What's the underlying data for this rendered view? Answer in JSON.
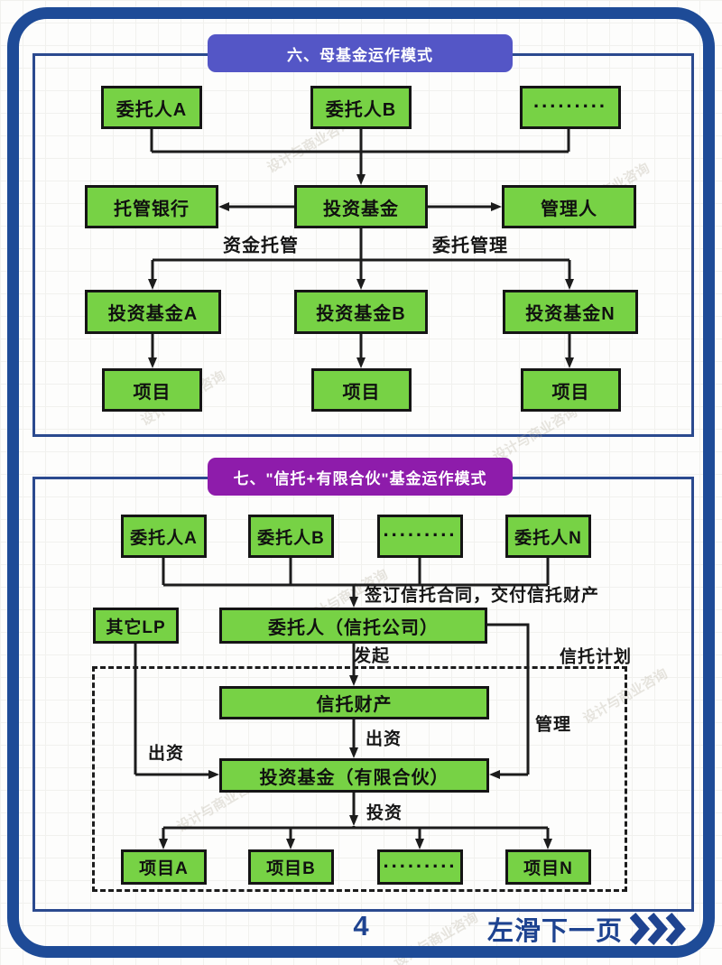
{
  "colors": {
    "frame_navy": "#1e4b97",
    "panel_border": "#2b4a8f",
    "node_green": "#77d245",
    "node_border": "#151515",
    "banner1_indigo": "#5456c6",
    "banner2_purple": "#8e1cab",
    "wire_black": "#1c1c1c",
    "footer_navy": "#1e4390"
  },
  "watermark": {
    "text": "设计与商业咨询"
  },
  "diagram1": {
    "title": "六、母基金运作模式",
    "r1": [
      "委托人A",
      "委托人B",
      "........."
    ],
    "r2": [
      "托管银行",
      "投资基金",
      "管理人"
    ],
    "labels": {
      "custody": "资金托管",
      "entrust": "委托管理"
    },
    "r3": [
      "投资基金A",
      "投资基金B",
      "投资基金N"
    ],
    "r4": [
      "项目",
      "项目",
      "项目"
    ]
  },
  "diagram2": {
    "title": "七、\"信托+有限合伙\"基金运作模式",
    "r1": [
      "委托人A",
      "委托人B",
      ".........",
      "委托人N"
    ],
    "other_lp": "其它LP",
    "trustor": "委托人（信托公司）",
    "trust_property": "信托财产",
    "fund": "投资基金（有限合伙）",
    "bottom": [
      "项目A",
      "项目B",
      ".........",
      "项目N"
    ],
    "labels": {
      "sign": "签订信托合同，交付信托财产",
      "initiate": "发起",
      "trust_plan": "信托计划",
      "manage": "管理",
      "contribute_left": "出资",
      "contribute_mid": "出资",
      "invest": "投资"
    }
  },
  "footer": {
    "page_number": "4",
    "next_label": "左滑下一页"
  }
}
